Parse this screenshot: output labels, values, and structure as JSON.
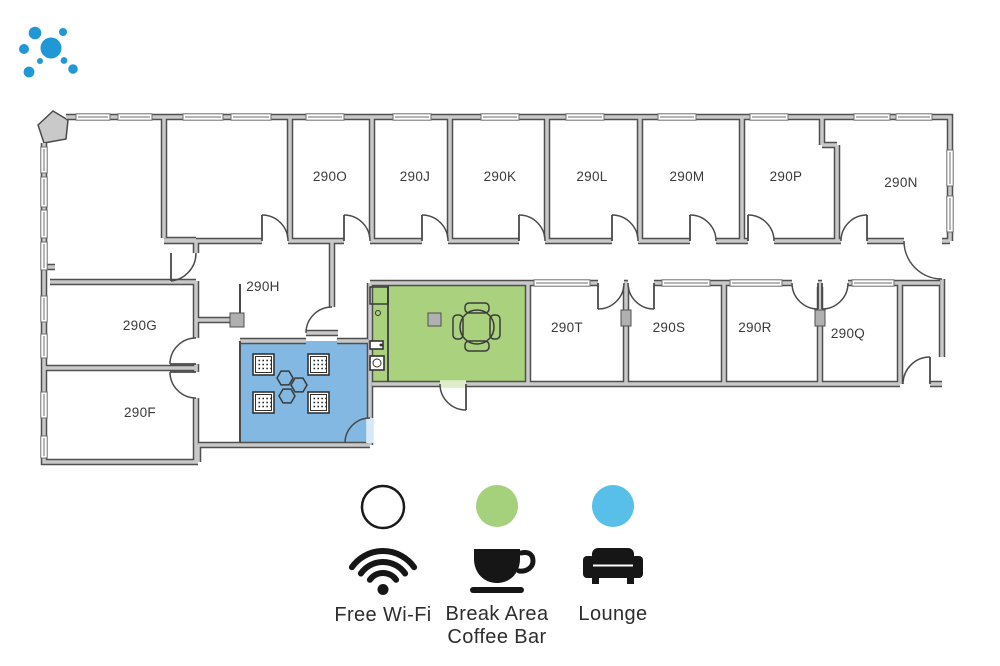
{
  "logo": {
    "color": "#2098d5"
  },
  "floorplan": {
    "rooms": [
      {
        "label": "290O"
      },
      {
        "label": "290J"
      },
      {
        "label": "290K"
      },
      {
        "label": "290L"
      },
      {
        "label": "290M"
      },
      {
        "label": "290P"
      },
      {
        "label": "290N"
      },
      {
        "label": "290H"
      },
      {
        "label": "290G"
      },
      {
        "label": "290F"
      },
      {
        "label": "290T"
      },
      {
        "label": "290S"
      },
      {
        "label": "290R"
      },
      {
        "label": "290Q"
      }
    ],
    "areas": {
      "break_area_color": "#a9d17e",
      "lounge_color": "#82b8e2"
    }
  },
  "legend": {
    "items": [
      {
        "label": "Free Wi-Fi",
        "circle_fill": "#ffffff"
      },
      {
        "label": "Break Area",
        "label2": "Coffee Bar",
        "circle_fill": "#a5d07c"
      },
      {
        "label": "Lounge",
        "circle_fill": "#58bfe9"
      }
    ]
  }
}
